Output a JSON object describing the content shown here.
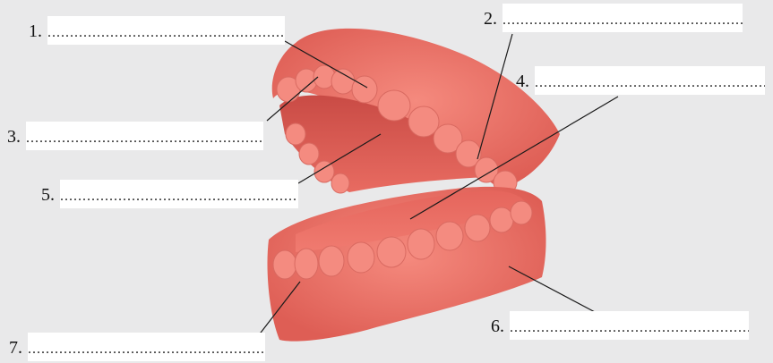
{
  "diagram": {
    "subject": "dentures-model-icon",
    "colors": {
      "background": "#e9e9ea",
      "gum": "#ef7468",
      "gum_dark": "#d65a52",
      "tooth": "#f48b80",
      "line": "#1a1a1a"
    },
    "labels": [
      {
        "number": "1.",
        "blank": "......................................................"
      },
      {
        "number": "2.",
        "blank": "......................................................"
      },
      {
        "number": "3.",
        "blank": "......................................................"
      },
      {
        "number": "4.",
        "blank": "......................................................"
      },
      {
        "number": "5.",
        "blank": "......................................................"
      },
      {
        "number": "6.",
        "blank": "......................................................"
      },
      {
        "number": "7.",
        "blank": "......................................................"
      }
    ]
  }
}
